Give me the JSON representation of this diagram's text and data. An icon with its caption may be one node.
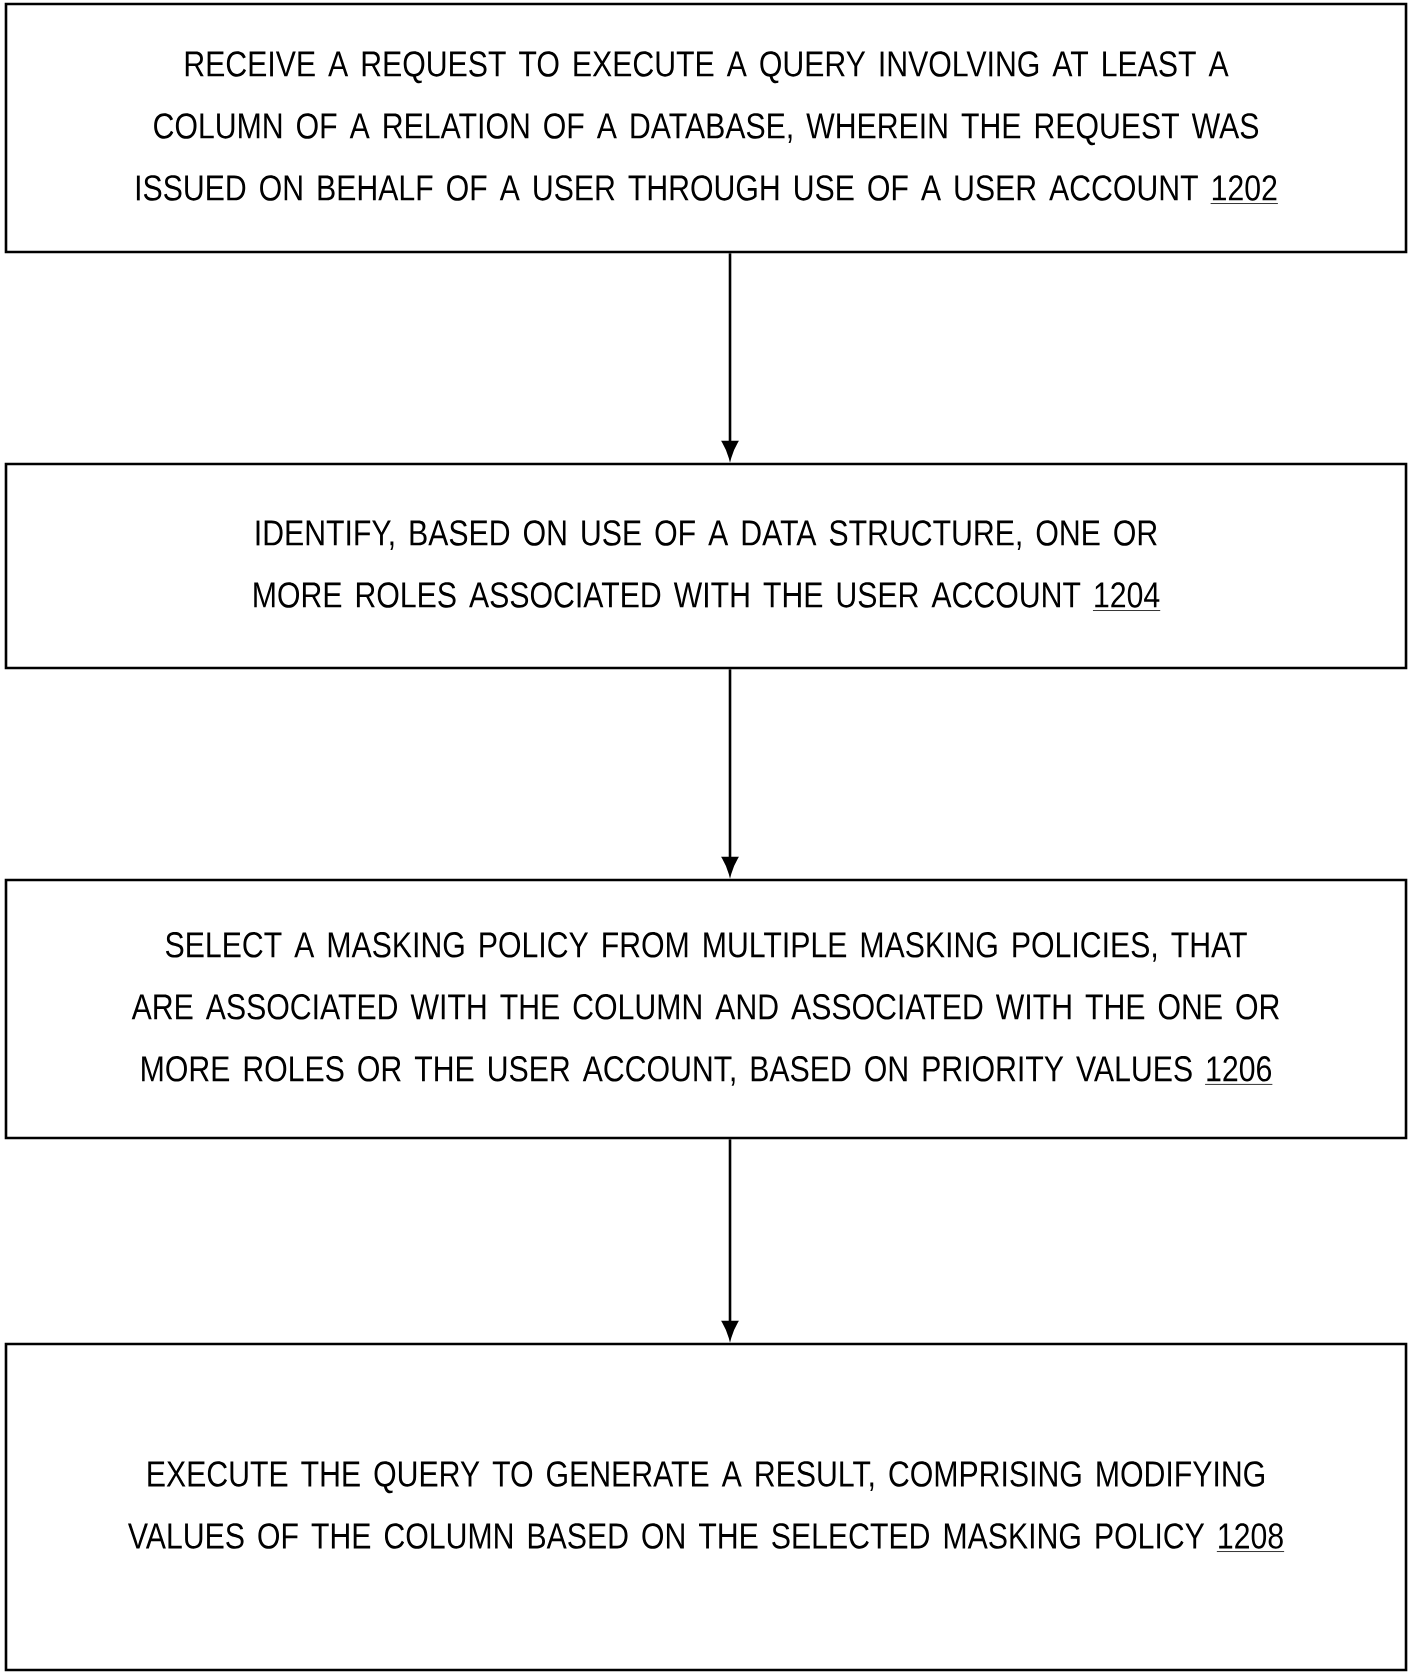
{
  "diagram": {
    "nodes": [
      {
        "text": [
          "RECEIVE A REQUEST TO EXECUTE A QUERY INVOLVING AT LEAST A COLUMN OF A RELATION OF A DATABASE, WHEREIN THE REQUEST WAS ISSUED ON BEHALF OF A USER THROUGH USE OF A USER ACCOUNT",
          "1202"
        ]
      },
      {
        "text": [
          "IDENTIFY, BASED ON USE OF A DATA STRUCTURE, ONE OR MORE ROLES ASSOCIATED WITH THE USER ACCOUNT",
          "1204"
        ]
      },
      {
        "text": [
          "SELECT A MASKING POLICY FROM MULTIPLE MASKING POLICIES, THAT ARE ASSOCIATED WITH THE COLUMN AND ASSOCIATED WITH THE ONE OR MORE ROLES OR THE USER ACCOUNT, BASED ON PRIORITY VALUES",
          "1206"
        ]
      },
      {
        "text": [
          "EXECUTE THE QUERY TO GENERATE A RESULT, COMPRISING MODIFYING VALUES OF THE COLUMN BASED ON THE SELECTED MASKING POLICY",
          "1208"
        ]
      }
    ],
    "edges": [
      {
        "from": 0,
        "to": 1,
        "arrow": "to"
      },
      {
        "from": 1,
        "to": 2,
        "arrow": "to"
      },
      {
        "from": 2,
        "to": 3,
        "arrow": "to"
      }
    ]
  }
}
